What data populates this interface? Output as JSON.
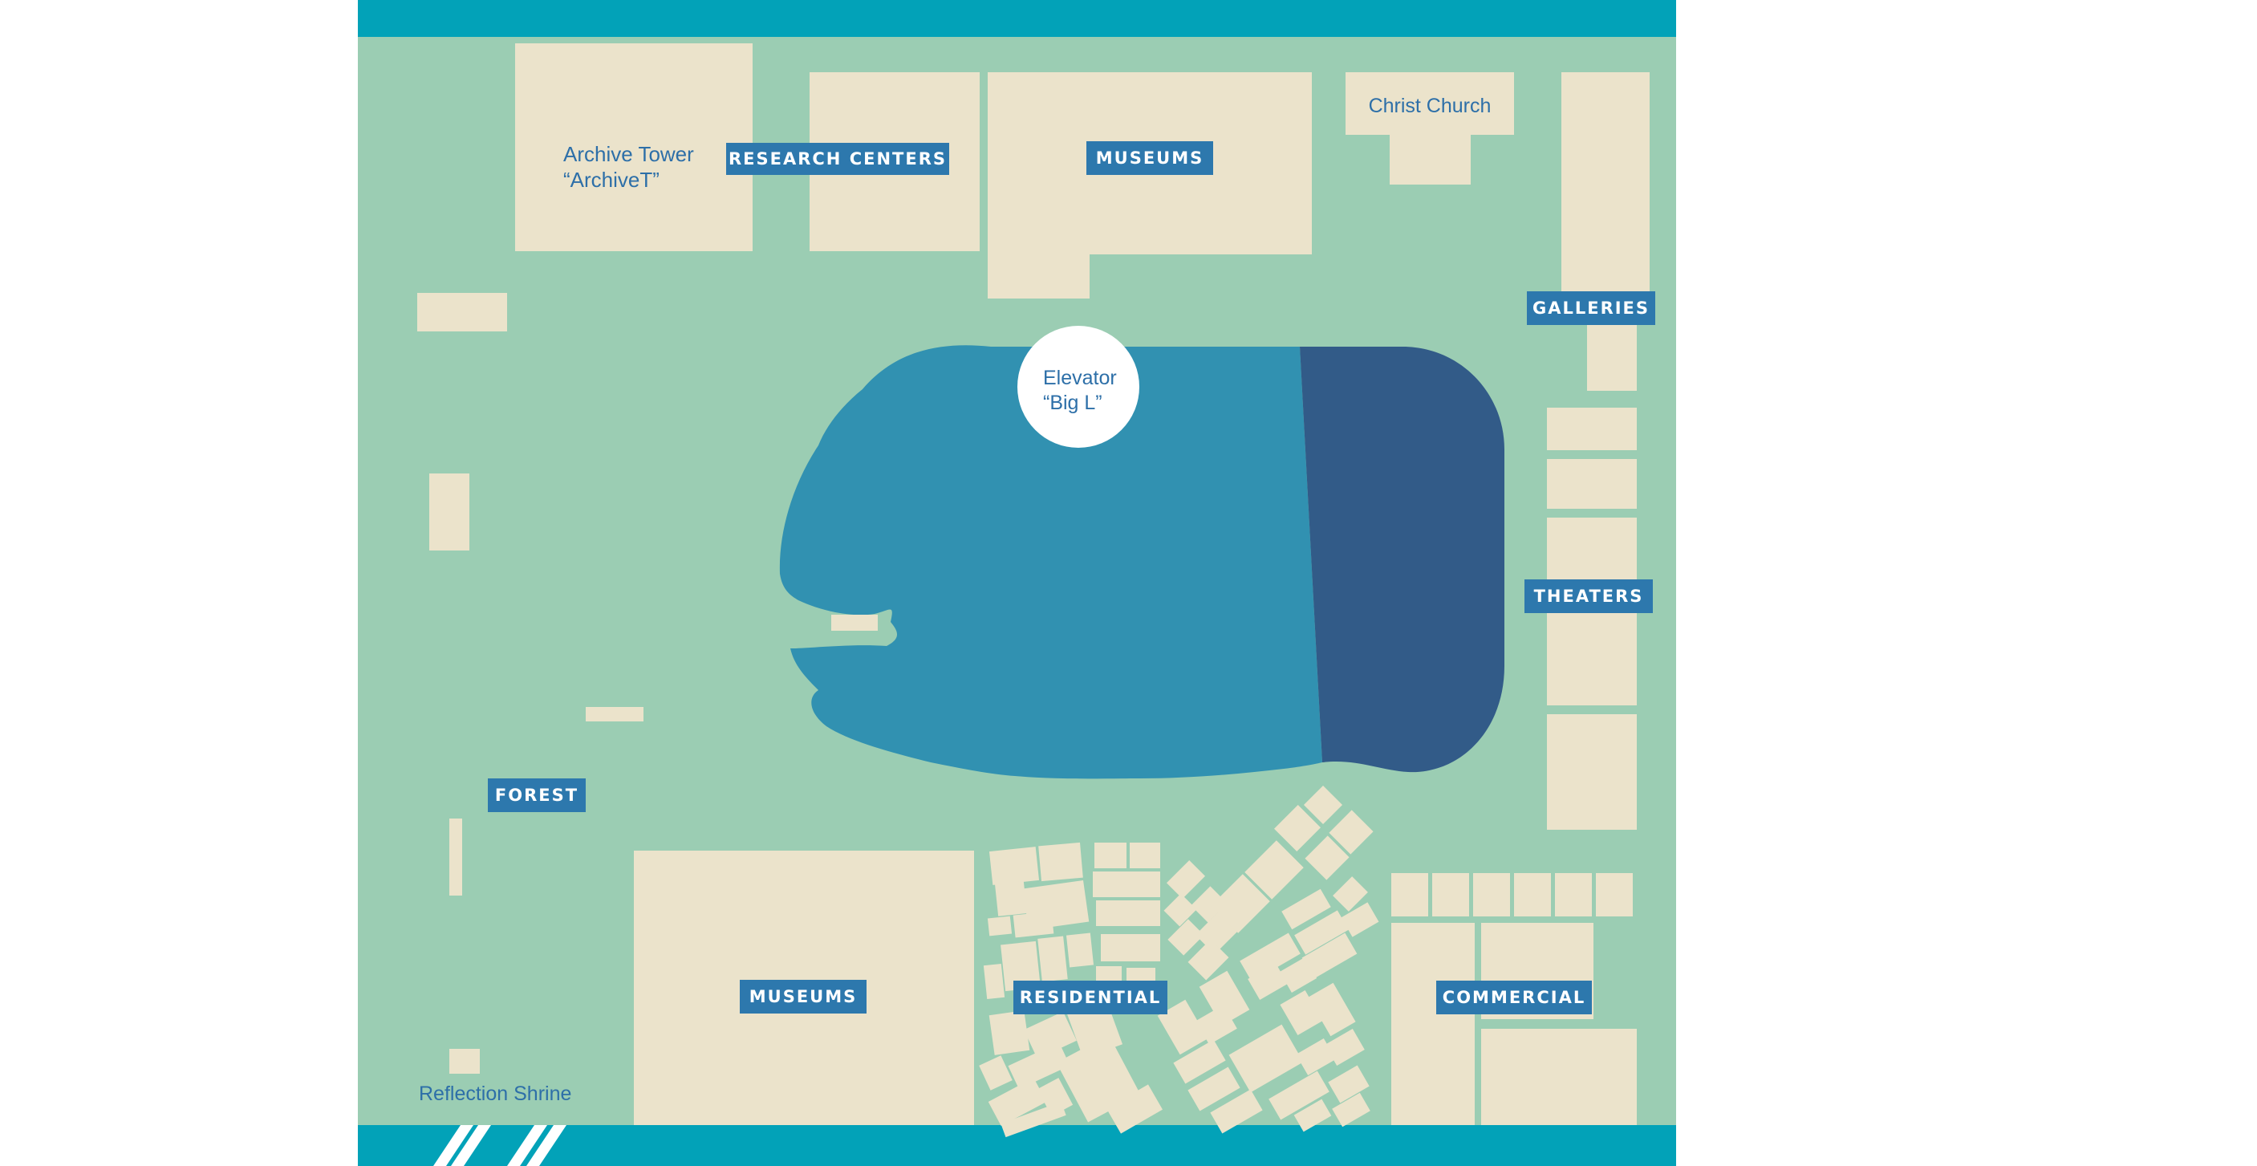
{
  "colors": {
    "band": "#02a2b8",
    "ground": "#9bcdb3",
    "building": "#ebe3cb",
    "lake": "#3191b1",
    "lake_deep": "#325b88",
    "label_bg": "#2d78ad",
    "label_text": "#ffffff",
    "text_blue": "#2d6fa8",
    "elevator_bg": "#ffffff"
  },
  "districts": {
    "research_centers": "RESEARCH CENTERS",
    "museums_north": "MUSEUMS",
    "galleries": "GALLERIES",
    "theaters": "THEATERS",
    "forest": "FOREST",
    "museums_south": "MUSEUMS",
    "residential": "RESIDENTIAL",
    "commercial": "COMMERCIAL"
  },
  "places": {
    "archive_tower_name": "Archive Tower",
    "archive_tower_nickname": "“ArchiveT”",
    "christ_church": "Christ Church",
    "elevator_name": "Elevator",
    "elevator_nickname": "“Big L”",
    "reflection_shrine": "Reflection Shrine"
  }
}
